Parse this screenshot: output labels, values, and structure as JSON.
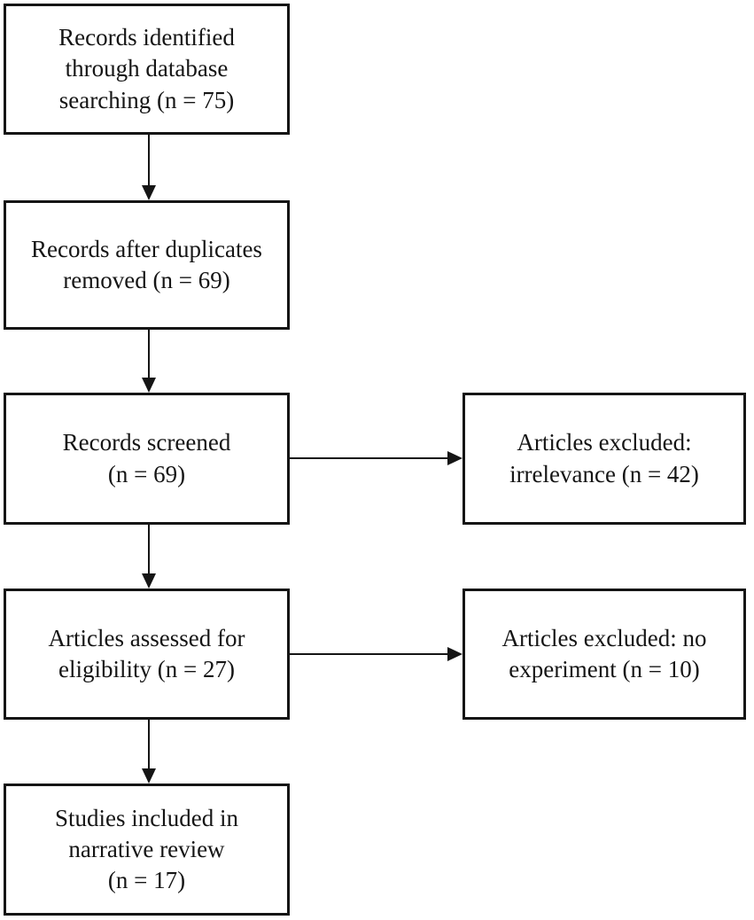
{
  "diagram": {
    "type": "flowchart",
    "subject": "literature-screening-flow",
    "colors": {
      "background": "#ffffff",
      "border": "#151515",
      "text": "#151515",
      "arrow": "#151515"
    },
    "boxes": [
      {
        "id": "identification",
        "label": "Records identified\nthrough database\nsearching (n = 75)",
        "n": 75
      },
      {
        "id": "duplicates-removed",
        "label": "Records after duplicates\nremoved (n = 69)",
        "n": 69
      },
      {
        "id": "screened",
        "label": "Records screened\n(n = 69)",
        "n": 69
      },
      {
        "id": "assessed-eligibility",
        "label": "Articles assessed for\neligibility (n = 27)",
        "n": 27
      },
      {
        "id": "included",
        "label": "Studies included in\nnarrative review\n(n = 17)",
        "n": 17
      },
      {
        "id": "excluded-irrelevance",
        "label": "Articles excluded:\nirrelevance (n = 42)",
        "n": 42
      },
      {
        "id": "excluded-no-experiment",
        "label": "Articles excluded: no\nexperiment (n = 10)",
        "n": 10
      }
    ],
    "connections": [
      {
        "from": "identification",
        "to": "duplicates-removed",
        "direction": "down"
      },
      {
        "from": "duplicates-removed",
        "to": "screened",
        "direction": "down"
      },
      {
        "from": "screened",
        "to": "assessed-eligibility",
        "direction": "down"
      },
      {
        "from": "assessed-eligibility",
        "to": "included",
        "direction": "down"
      },
      {
        "from": "screened",
        "to": "excluded-irrelevance",
        "direction": "right"
      },
      {
        "from": "assessed-eligibility",
        "to": "excluded-no-experiment",
        "direction": "right"
      }
    ]
  }
}
